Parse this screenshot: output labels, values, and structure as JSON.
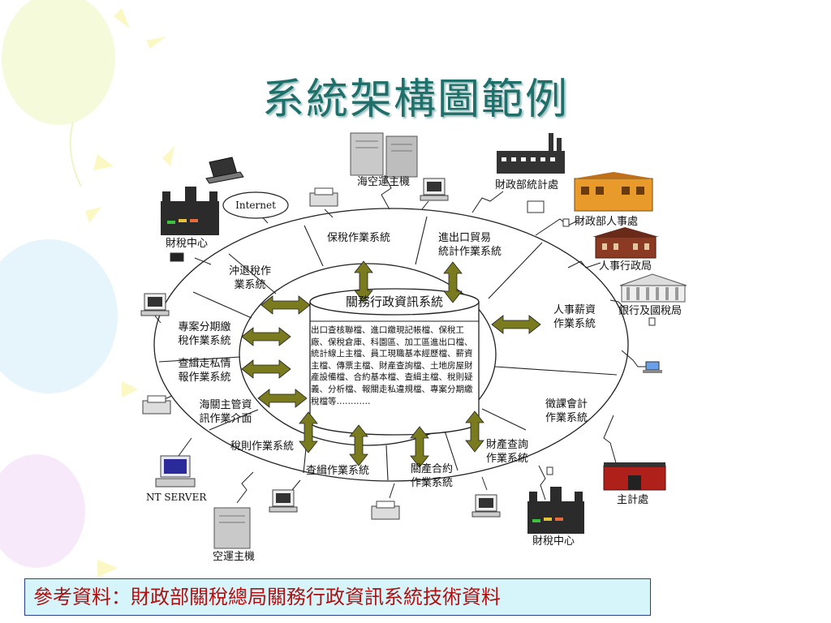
{
  "title": "系統架構圖範例",
  "central_system": {
    "title": "關務行政資訊系統",
    "contents": "出口查核聯檔、進口繳現記帳檔、保稅工廠、保稅倉庫、科園區、加工區進出口檔、統計線上主檔、員工現職基本經歷檔、薪資主檔、傳票主檔、財產查詢檔、土地房屋財產設備檔、合約基本檔、查緝主檔、稅則疑義、分析檔、報關走私違規檔、專案分期繳稅檔等…………"
  },
  "subsystems": [
    "保稅作業系統",
    "進出口貿易",
    "統計作業系統",
    "人事薪資",
    "作業系統",
    "徵課會計",
    "作業系統",
    "財產查詢",
    "作業系統",
    "關產合約",
    "作業系統",
    "查緝作業系統",
    "稅則作業系統",
    "海關主管資",
    "訊作業介面",
    "查緝走私情",
    "報作業系統",
    "專案分期繳",
    "稅作業系統",
    "沖退稅作",
    "業系統"
  ],
  "external_nodes": {
    "sea_air_host": "海空運主機",
    "internet": "Internet",
    "tax_center_top": "財稅中心",
    "stats_office": "財政部統計處",
    "personnel_dept": "財政部人事處",
    "personnel_admin": "人事行政局",
    "bank_tax": "銀行及國稅局",
    "accounting_office": "主計處",
    "tax_center_bottom": "財稅中心",
    "nt_server": "NT SERVER",
    "air_host": "空運主機"
  },
  "footer": "參考資料：財政部關稅總局關務行政資訊系統技術資料",
  "colors": {
    "title": "#1f6f6a",
    "arrow_fill": "#7a7a1e",
    "footer_bg": "#d6f5fb",
    "footer_text": "#b01010",
    "footer_border": "#2a3f8f"
  }
}
